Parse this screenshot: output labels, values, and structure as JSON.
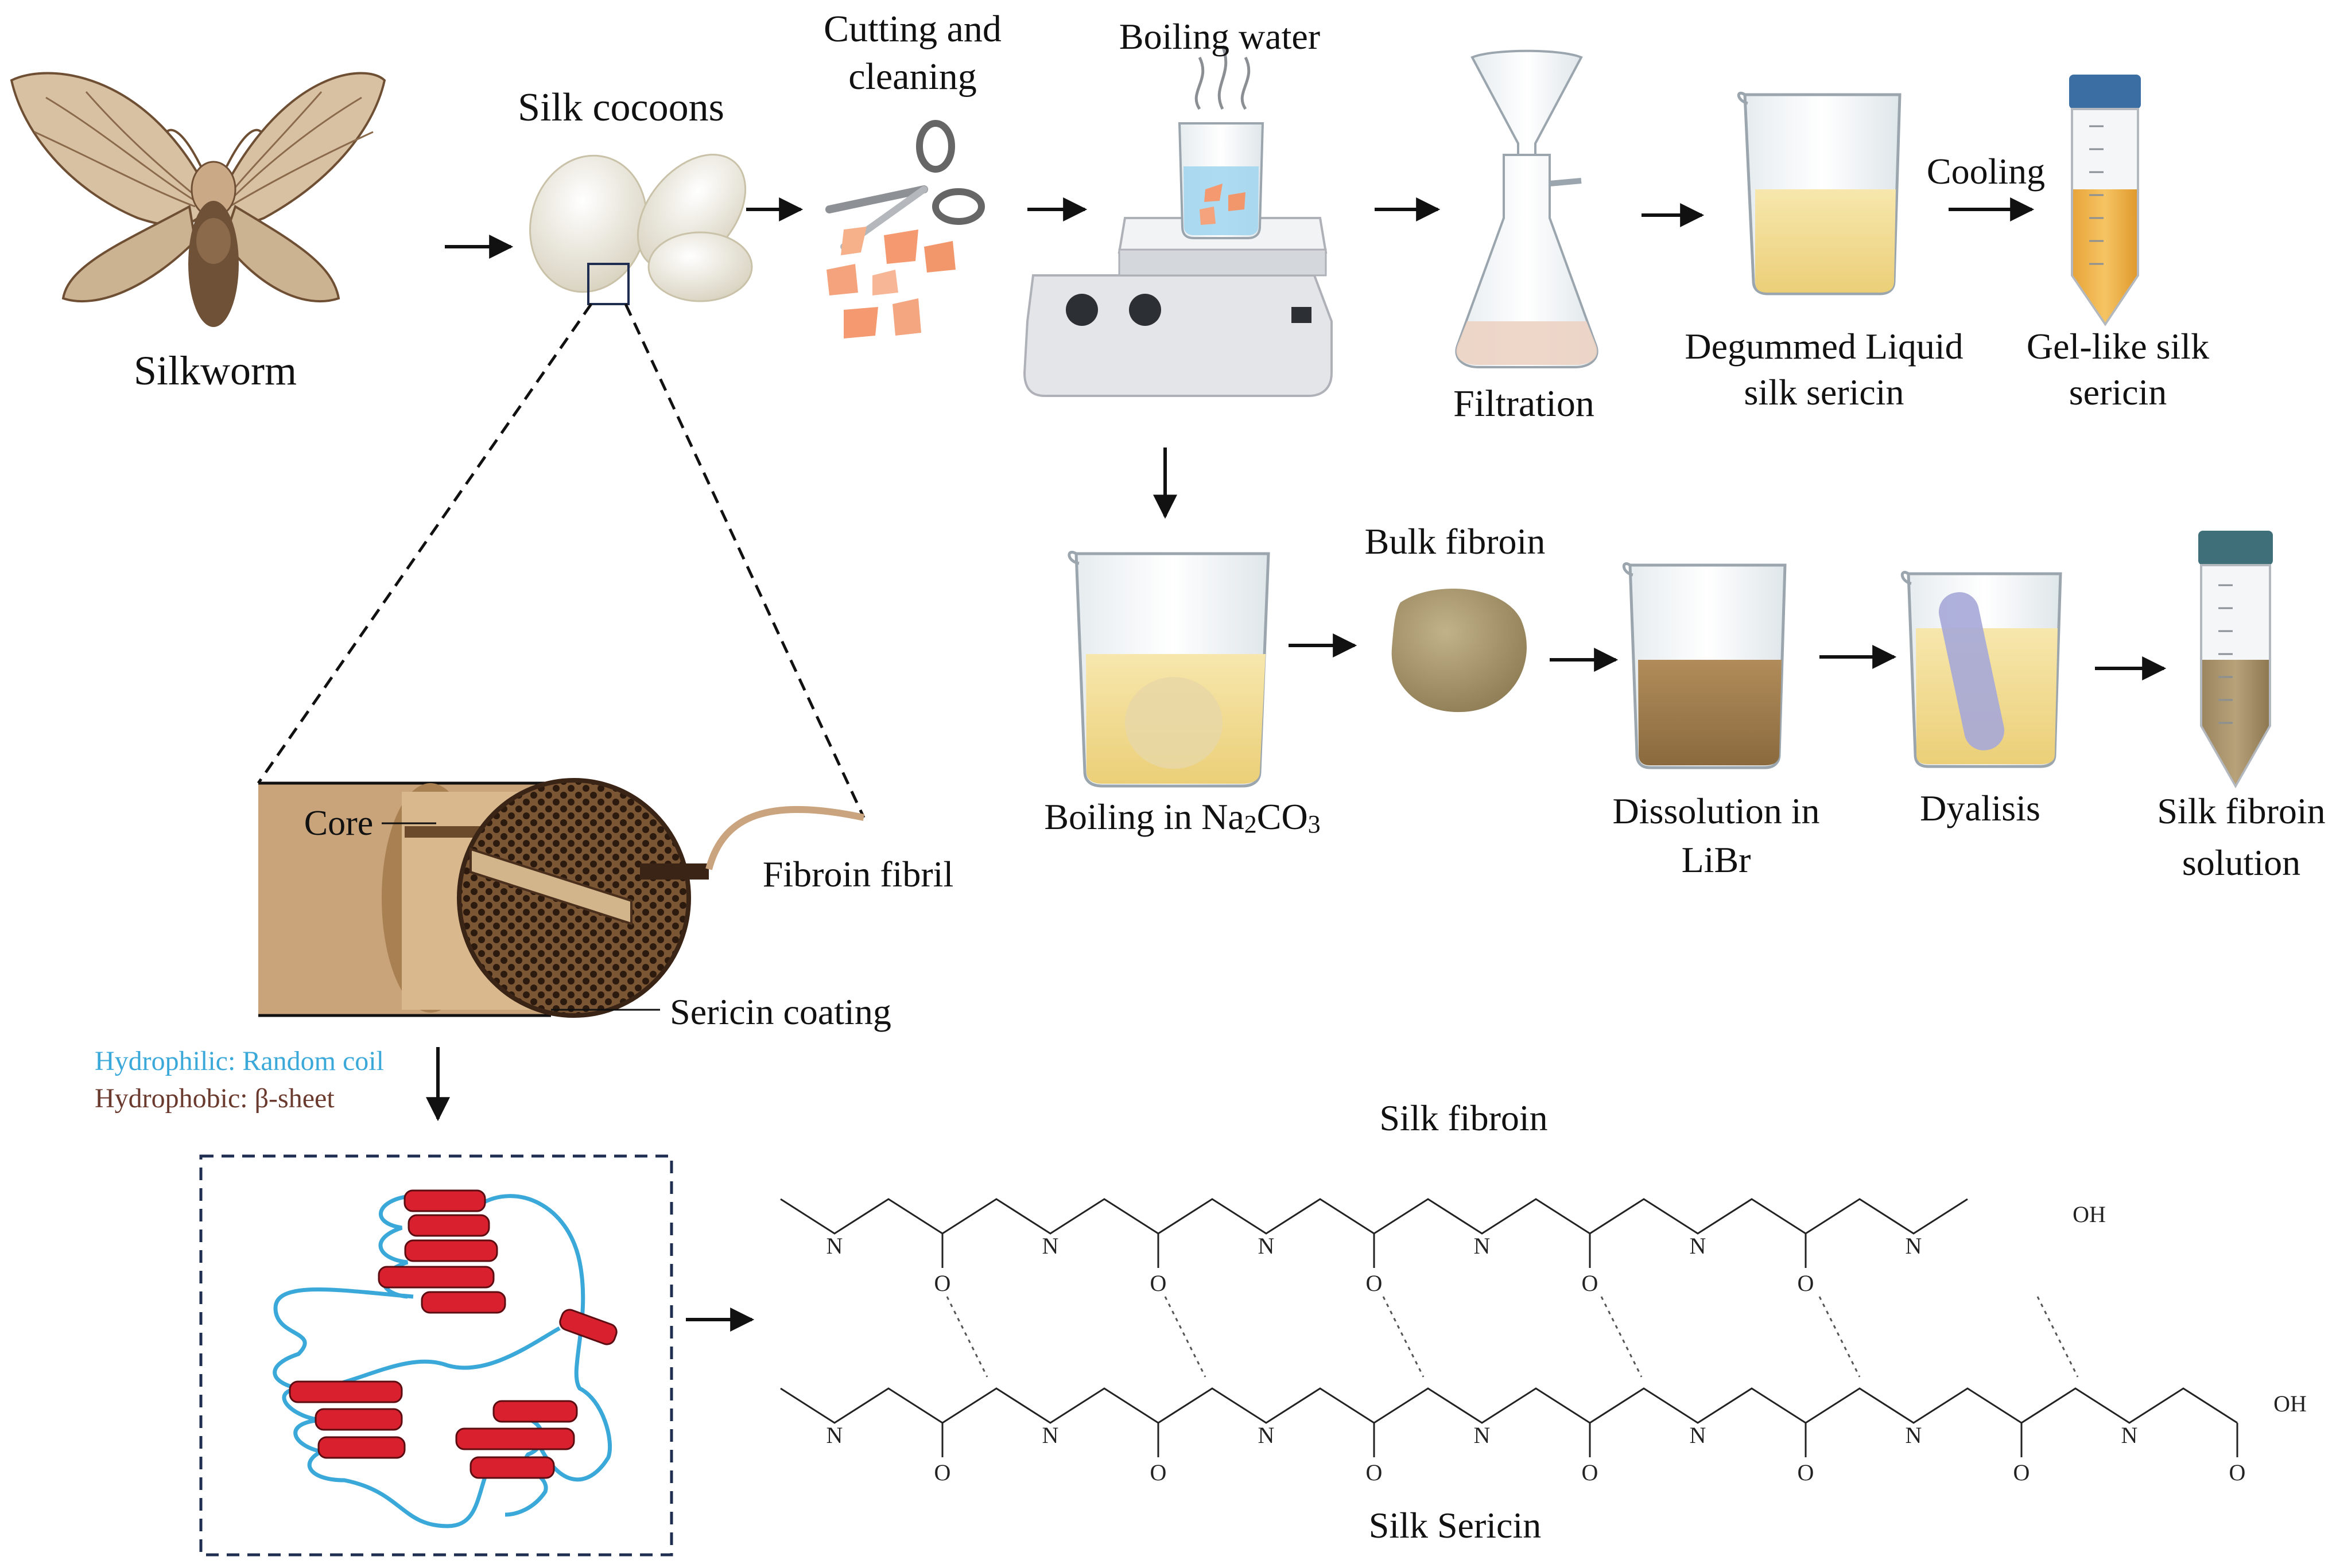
{
  "labels": {
    "silkworm": "Silkworm",
    "silk_cocoons": "Silk cocoons",
    "cutting_1": "Cutting and",
    "cutting_2": "cleaning",
    "boiling_water": "Boiling water",
    "filtration": "Filtration",
    "degummed_1": "Degummed Liquid",
    "degummed_2": "silk sericin",
    "cooling": "Cooling",
    "gel_1": "Gel-like silk",
    "gel_2": "sericin",
    "bulk_fibroin": "Bulk fibroin",
    "boiling_na_prefix": "Boiling in Na",
    "boiling_na_sub1": "2",
    "boiling_na_mid": "CO",
    "boiling_na_sub2": "3",
    "dissolution_1": "Dissolution in",
    "dissolution_2": "LiBr",
    "dyalisis": "Dyalisis",
    "sf_solution_1": "Silk fibroin",
    "sf_solution_2": "solution",
    "core": "Core",
    "fibroin_fibril": "Fibroin fibril",
    "sericin_coating": "Sericin coating",
    "hydrophilic": "Hydrophilic: Random coil",
    "hydrophobic": "Hydrophobic: β-sheet",
    "silk_fibroin": "Silk fibroin",
    "silk_sericin": "Silk Sericin"
  },
  "chem": {
    "N": "N",
    "O": "O",
    "OH": "OH"
  },
  "colors": {
    "hydrophilic": "#3aa8d8",
    "hydrophobic": "#6b3a2e",
    "helix_red": "#d9202e",
    "fiber_brown": "#8b6a45",
    "liquid_yellow": "#f3dc94",
    "fibroin_liquid": "#a0804f"
  }
}
